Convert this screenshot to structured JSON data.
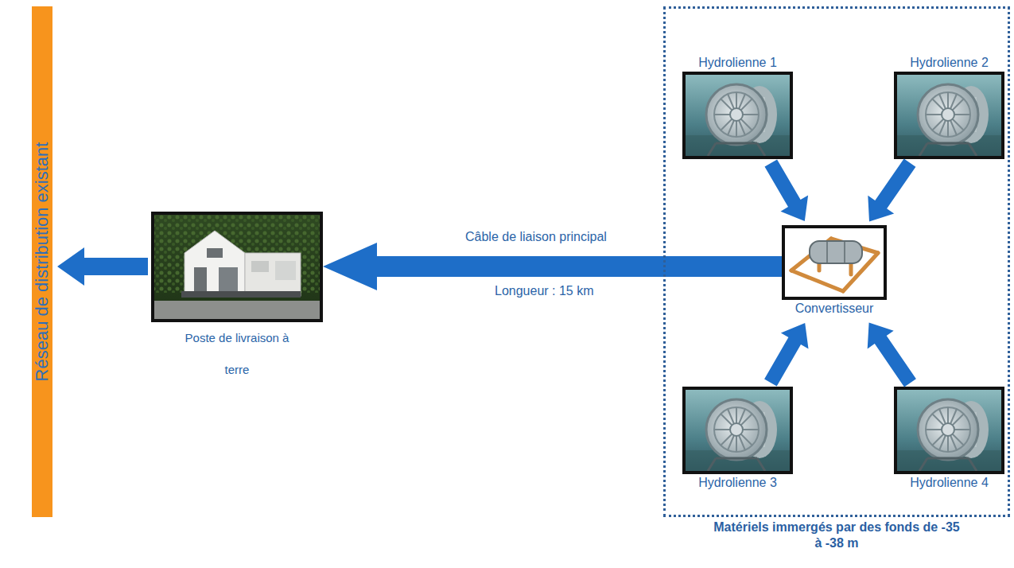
{
  "diagram": {
    "nodes": [
      {
        "text": [
          "Réseau de distribution existant"
        ]
      },
      {
        "text": [
          "Poste de livraison à terre"
        ]
      },
      {
        "text": [
          "Matériels immergés par des fonds de -35 à -38 m"
        ]
      },
      {
        "text": [
          "Hydrolienne 1"
        ],
        "in": 2
      },
      {
        "text": [
          "Hydrolienne 2"
        ],
        "in": 2
      },
      {
        "text": [
          "Convertisseur"
        ],
        "in": 2
      },
      {
        "text": [
          "Hydrolienne 3"
        ],
        "in": 2
      },
      {
        "text": [
          "Hydrolienne 4"
        ],
        "in": 2
      }
    ],
    "edges": [
      {
        "from": 3,
        "to": 5,
        "arrow": "to"
      },
      {
        "from": 4,
        "to": 5,
        "arrow": "to"
      },
      {
        "from": 6,
        "to": 5,
        "arrow": "to"
      },
      {
        "from": 7,
        "to": 5,
        "arrow": "to"
      },
      {
        "from": 5,
        "to": 1,
        "arrow": "to",
        "label": "Câble de liaison principal"
      },
      {
        "from": 1,
        "to": 0,
        "arrow": "to"
      }
    ],
    "labels": [
      "Longueur : 15 km"
    ]
  }
}
